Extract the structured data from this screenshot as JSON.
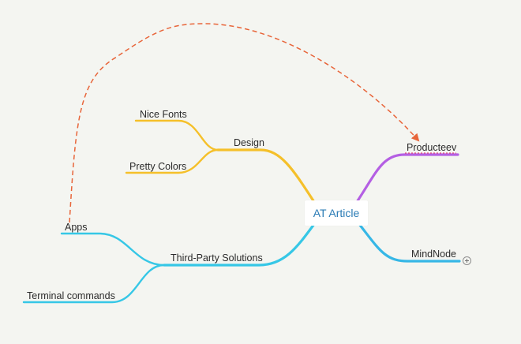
{
  "mindmap": {
    "root": {
      "label": "AT Article",
      "color": "#2a7bb5"
    },
    "nodes": {
      "design": {
        "label": "Design",
        "color": "#f5c02a"
      },
      "nice_fonts": {
        "label": "Nice Fonts",
        "color": "#f5c02a"
      },
      "pretty_colors": {
        "label": "Pretty Colors",
        "color": "#f5c02a"
      },
      "third_party": {
        "label": "Third-Party Solutions",
        "color": "#36c7e6"
      },
      "apps": {
        "label": "Apps",
        "color": "#36c7e6"
      },
      "terminal": {
        "label": "Terminal commands",
        "color": "#36c7e6"
      },
      "producteev": {
        "label": "Producteev",
        "color": "#b45fe3"
      },
      "mindnode": {
        "label": "MindNode",
        "color": "#36b7e6"
      }
    },
    "cross_link": {
      "from": "apps",
      "to": "producteev",
      "color": "#e8653a"
    },
    "collapsed_node": "mindnode"
  }
}
